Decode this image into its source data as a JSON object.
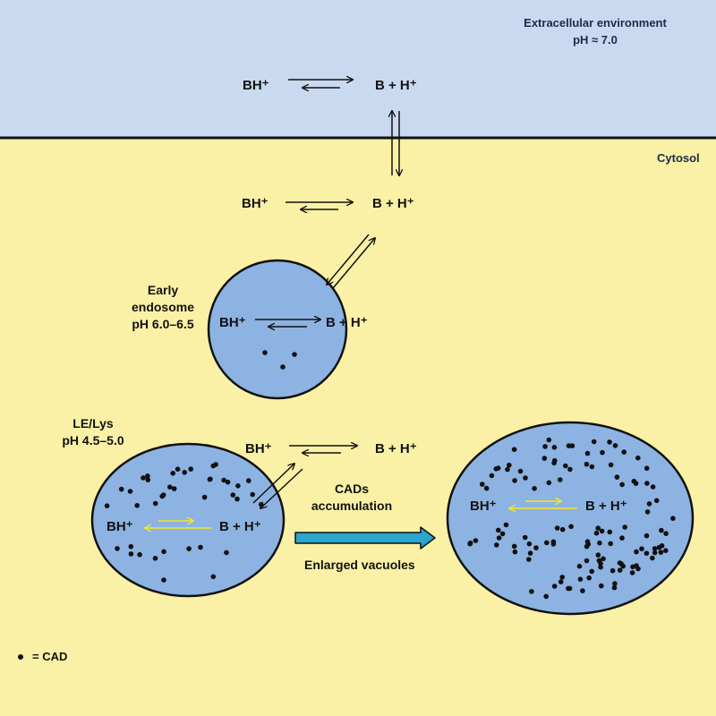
{
  "colors": {
    "extracellular_bg": "#c9d9ef",
    "cytosol_bg": "#fbf1a6",
    "compartment_fill": "#8db3e2",
    "outline": "#111111",
    "acidic_equilibrium_arrow": "#f5e62a",
    "accumulation_arrow": "#2aa6cf"
  },
  "labels": {
    "extracellular_title": "Extracellular environment",
    "extracellular_ph": "pH ≈ 7.0",
    "cytosol": "Cytosol",
    "early_endosome_line1": "Early",
    "early_endosome_line2": "endosome",
    "early_endosome_ph": "pH 6.0–6.5",
    "lelys_name": "LE/Lys",
    "lelys_ph": "pH 4.5–5.0",
    "cads_line1": "CADs",
    "cads_line2": "accumulation",
    "enlarged_vacuoles": "Enlarged vacuoles",
    "legend": "= CAD"
  },
  "equation": {
    "protonated": "BH⁺",
    "deprotonated": "B + H⁺"
  },
  "icons": {
    "reversible_arrow": "harpoon-equilibrium-icon",
    "accumulation_arrow": "block-arrow-right-icon",
    "cad_particle": "dot-icon"
  }
}
